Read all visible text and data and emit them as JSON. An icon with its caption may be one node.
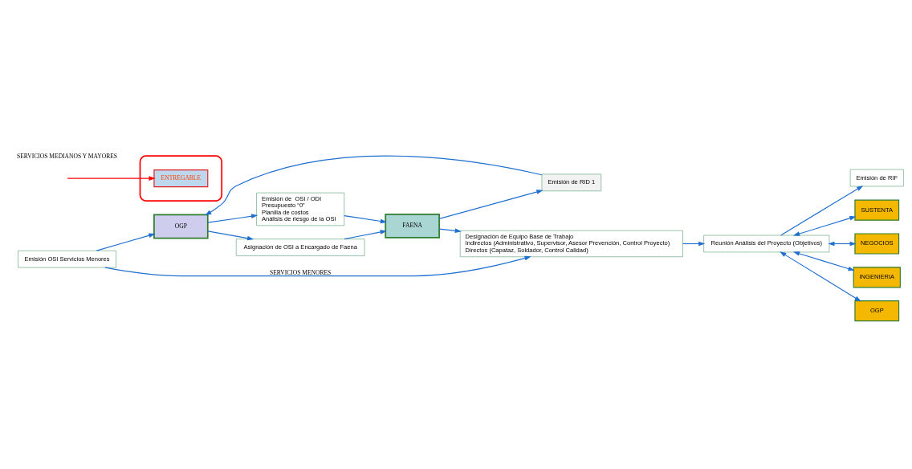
{
  "diagram": {
    "nodes": [
      {
        "text": [
          "Emisión OSI Servicios Menores"
        ]
      },
      {
        "text": [
          "Emisión de  OSI / ODI",
          "Presupuesto “0”",
          "Planilla de costos",
          "Análisis de riesgo de la OSI"
        ]
      },
      {
        "text": [],
        "shape": "ellipse"
      },
      {
        "text": [
          "ENTREGABLE"
        ],
        "in": 2
      },
      {
        "text": [
          "OGP"
        ]
      },
      {
        "text": [
          "FAENA"
        ]
      },
      {
        "text": [
          "Asignación de OSI a Encargado de Faena"
        ]
      },
      {
        "text": [
          "Emisión de RID 1"
        ]
      },
      {
        "text": [
          "Designación de Equipo Base de Trabajo",
          "Indirectos (Administrativo, Supervisor, Asesor Prevención, Control Proyecto)",
          "Directos (Capataz, Soldador, Control Calidad)"
        ]
      },
      {
        "text": [
          "Reunión Análisis del Proyecto (Objetivos)"
        ]
      },
      {
        "text": [
          "Emisión de RIF"
        ]
      },
      {
        "text": [
          "SUSTENTA"
        ]
      },
      {
        "text": [
          "NEGOCIOS"
        ]
      },
      {
        "text": [
          "INGENIERIA"
        ]
      },
      {
        "text": [
          "OGP"
        ]
      }
    ],
    "edges": [
      {
        "from": 0,
        "to": 8,
        "arrow": "to",
        "label": "SERVICIOS MENORES"
      },
      {
        "from": 0,
        "to": 4,
        "arrow": "to"
      },
      {
        "from": 4,
        "to": 1,
        "arrow": "to"
      },
      {
        "from": 4,
        "to": 6,
        "arrow": "to"
      },
      {
        "from": 1,
        "to": 5,
        "arrow": "to"
      },
      {
        "from": 6,
        "to": 5,
        "arrow": "to"
      },
      {
        "from": 5,
        "to": 8,
        "arrow": "to"
      },
      {
        "from": 5,
        "to": 7,
        "arrow": "to"
      },
      {
        "from": 7,
        "to": 4,
        "arrow": "to"
      },
      {
        "from": 8,
        "to": 9,
        "arrow": "to"
      },
      {
        "from": 9,
        "to": 10,
        "arrow": "to"
      },
      {
        "from": 9,
        "to": 11,
        "arrow": "both"
      },
      {
        "from": 9,
        "to": 12,
        "arrow": "both"
      },
      {
        "from": 9,
        "to": 13,
        "arrow": "both"
      },
      {
        "from": 9,
        "to": 14,
        "arrow": "both"
      },
      {
        "from": null,
        "to": 3,
        "arrow": "to",
        "color": "#ff0000"
      }
    ],
    "labels": [
      "SERVICIOS MEDIANOS Y MAYORES"
    ]
  }
}
